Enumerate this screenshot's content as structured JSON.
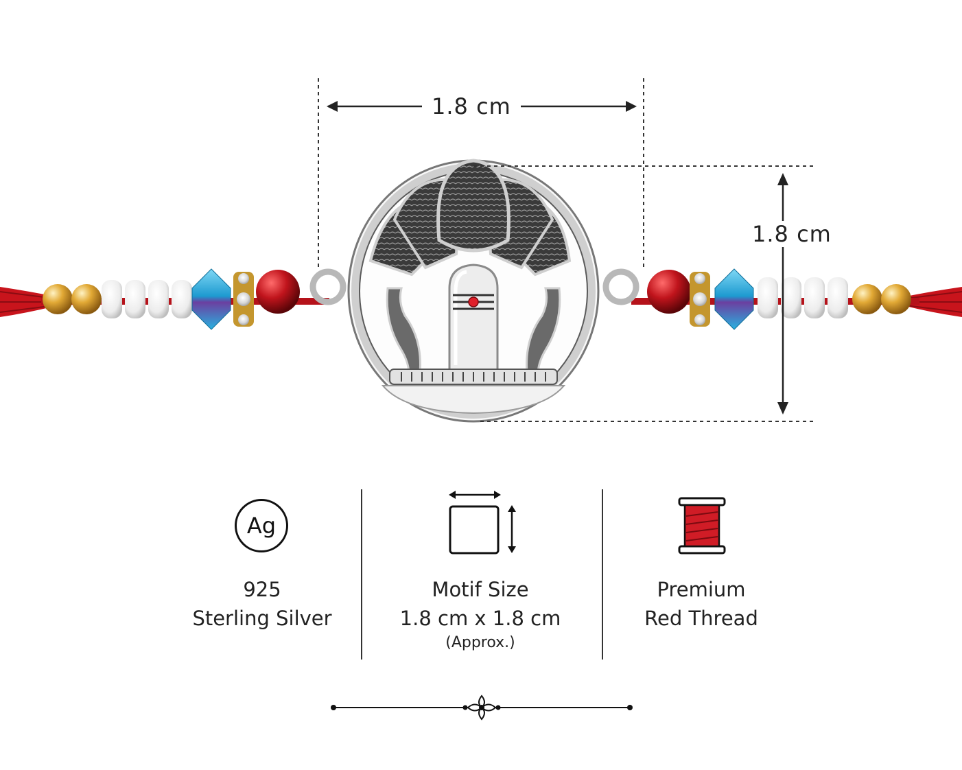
{
  "dimensions": {
    "width_label": "1.8 cm",
    "height_label": "1.8 cm"
  },
  "product": {
    "motif_icon": "shivling-sheshnag-motif",
    "thread_color": "#c8141c",
    "bead_colors": {
      "gold": "#d9a233",
      "pearl": "#f2f2f2",
      "crystal_blue": "#2aa8d8",
      "red_bead": "#c0141c",
      "silver": "#a8a8a8"
    }
  },
  "features": [
    {
      "icon": "ag-icon",
      "icon_text": "Ag",
      "line1": "925",
      "line2": "Sterling Silver"
    },
    {
      "icon": "motif-size-icon",
      "line1": "Motif Size",
      "line2": "1.8 cm x 1.8 cm",
      "line3": "(Approx.)"
    },
    {
      "icon": "thread-spool-icon",
      "line1": "Premium",
      "line2": "Red Thread"
    }
  ],
  "ornament": "flourish-divider-icon"
}
